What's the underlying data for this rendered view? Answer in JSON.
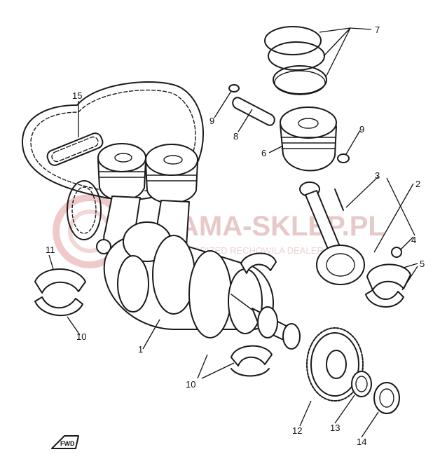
{
  "watermark": {
    "brand": "YAMA-SKLEP.PL",
    "tagline": "AUTHORIZED RECHOWILA DEALER"
  },
  "fwd_arrow_label": "FWD",
  "callouts": [
    {
      "id": "c1",
      "text": "1"
    },
    {
      "id": "c2",
      "text": "2"
    },
    {
      "id": "c3",
      "text": "3"
    },
    {
      "id": "c4",
      "text": "4"
    },
    {
      "id": "c5",
      "text": "5"
    },
    {
      "id": "c6",
      "text": "6"
    },
    {
      "id": "c7",
      "text": "7"
    },
    {
      "id": "c8",
      "text": "8"
    },
    {
      "id": "c9a",
      "text": "9"
    },
    {
      "id": "c9b",
      "text": "9"
    },
    {
      "id": "c10a",
      "text": "10"
    },
    {
      "id": "c10b",
      "text": "10"
    },
    {
      "id": "c11",
      "text": "11"
    },
    {
      "id": "c12",
      "text": "12"
    },
    {
      "id": "c13",
      "text": "13"
    },
    {
      "id": "c14",
      "text": "14"
    },
    {
      "id": "c15",
      "text": "15"
    }
  ]
}
